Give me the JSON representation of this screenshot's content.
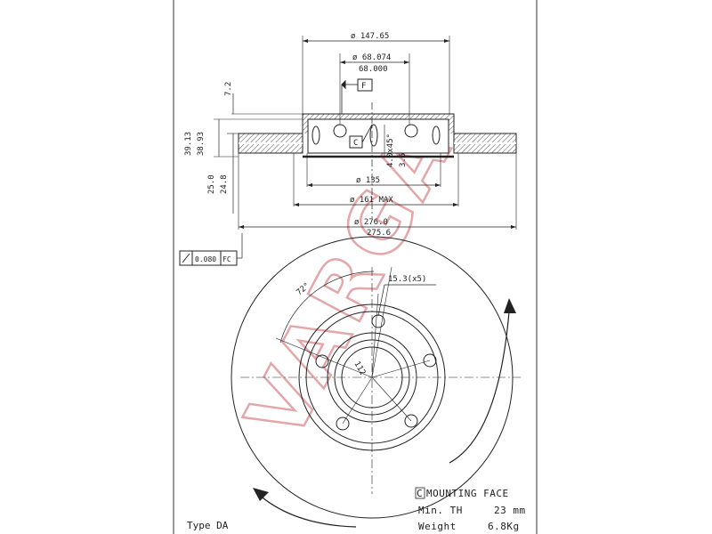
{
  "watermark": {
    "text": "VARGA",
    "color": "#e3a7a9"
  },
  "dimensions": {
    "d_outer_hub": "ø 147.65",
    "d_bore_max": "ø 68.074",
    "d_bore_min": "68.000",
    "h_step": "7.2",
    "t_total_max": "39.13",
    "t_total_min": "38.93",
    "t_disc_max": "25.0",
    "t_disc_min": "24.8",
    "chamfer": "4.0x45°",
    "depth": "3.5",
    "d_pcd": "ø 135",
    "d_hub_max": "ø 161 MAX",
    "d_disc_max": "ø 276.0",
    "d_disc_min": "275.6",
    "angle": "72°",
    "hole": "15.3(x5)",
    "bolt_radius": "112"
  },
  "datum": {
    "f": "F",
    "c": "C"
  },
  "tolerance": {
    "value": "0.080",
    "ref": "FC"
  },
  "notes": {
    "type": "Type DA",
    "mounting_code": "C",
    "mounting_text": "MOUNTING FACE",
    "min_th_label": "Min. TH",
    "min_th_value": "23 mm",
    "weight_label": "Weight",
    "weight_value": "6.8Kg"
  },
  "colors": {
    "line": "#222222",
    "hatch": "#444444"
  }
}
